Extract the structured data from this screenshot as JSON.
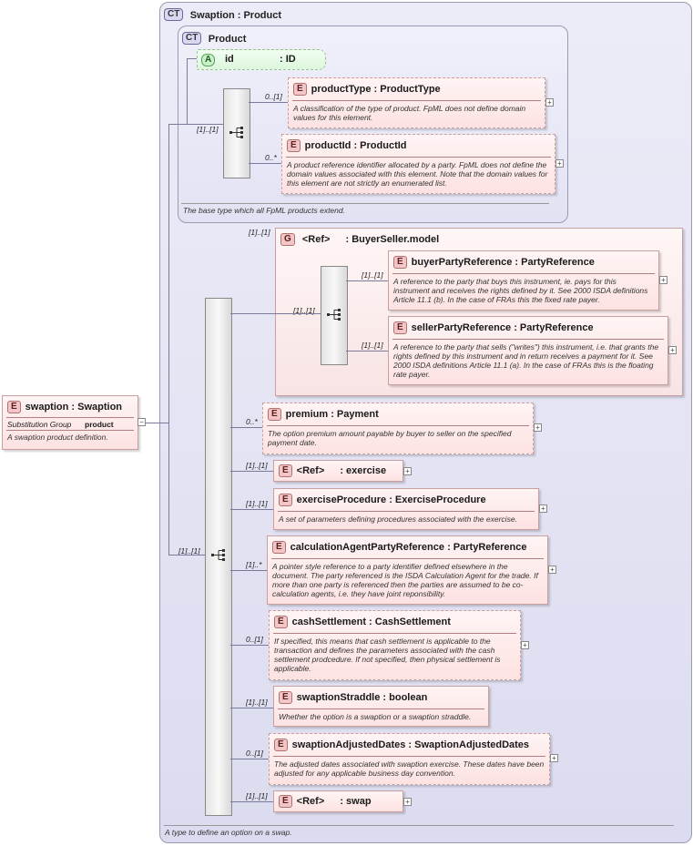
{
  "outer": {
    "badge": "CT",
    "title": "Swaption : Product",
    "doc": "A type to define an option on a swap."
  },
  "product": {
    "badge": "CT",
    "title": "Product",
    "doc": "The base type which all FpML products extend.",
    "attr": {
      "badge": "A",
      "name": "id",
      "type": ": ID"
    },
    "seq_card": "[1]..[1]",
    "elements": [
      {
        "badge": "E",
        "name": "productType",
        "type": ": ProductType",
        "card": "0..[1]",
        "doc": "A classification of the type of product. FpML does not define domain values for this element."
      },
      {
        "badge": "E",
        "name": "productId",
        "type": ": ProductId",
        "card": "0..*",
        "doc": "A product reference identifier allocated by a party. FpML does not define the domain values associated with this element. Note that the domain values for this element are not strictly an enumerated list."
      }
    ]
  },
  "root": {
    "badge": "E",
    "name": "swaption",
    "type": ": Swaption",
    "subst_label": "Substitution Group",
    "subst_value": "product",
    "doc": "A swaption product definition."
  },
  "main_seq_card": "[1]..[1]",
  "group": {
    "badge": "G",
    "ref": "<Ref>",
    "name": ": BuyerSeller.model",
    "card": "[1]..[1]",
    "seq_card": "[1]..[1]",
    "elements": [
      {
        "badge": "E",
        "name": "buyerPartyReference",
        "type": ": PartyReference",
        "card": "[1]..[1]",
        "doc": "A reference to the party that buys this instrument, ie. pays for this instrument and receives the rights defined by it. See 2000 ISDA definitions Article 11.1 (b). In the case of FRAs this the fixed rate payer."
      },
      {
        "badge": "E",
        "name": "sellerPartyReference",
        "type": ": PartyReference",
        "card": "[1]..[1]",
        "doc": "A reference to the party that sells (\"writes\") this instrument, i.e. that grants the rights defined by this instrument and in return receives a payment for it. See 2000 ISDA definitions Article 11.1 (a). In the case of FRAs this is the floating rate payer."
      }
    ]
  },
  "elements": [
    {
      "badge": "E",
      "name": "premium",
      "type": ": Payment",
      "card": "0..*",
      "doc": "The option premium amount payable by buyer to seller on the specified payment date."
    },
    {
      "badge": "E",
      "name": "<Ref>",
      "type": ": exercise",
      "card": "[1]..[1]",
      "doc": ""
    },
    {
      "badge": "E",
      "name": "exerciseProcedure",
      "type": ": ExerciseProcedure",
      "card": "[1]..[1]",
      "doc": "A set of parameters defining procedures associated with the exercise."
    },
    {
      "badge": "E",
      "name": "calculationAgentPartyReference",
      "type": ": PartyReference",
      "card": "[1]..*",
      "doc": "A pointer style reference to a party identifier defined elsewhere in the document. The party referenced is the ISDA Calculation Agent for the trade. If more than one party is referenced then the parties are assumed to be co-calculation agents, i.e. they have joint reponsibility."
    },
    {
      "badge": "E",
      "name": "cashSettlement",
      "type": ": CashSettlement",
      "card": "0..[1]",
      "doc": "If specified, this means that cash settlement is applicable to the transaction and defines the parameters associated with the cash settlement prodcedure. If not specified, then physical settlement is applicable."
    },
    {
      "badge": "E",
      "name": "swaptionStraddle",
      "type": ": boolean",
      "card": "[1]..[1]",
      "doc": "Whether the option is a swaption or a swaption straddle."
    },
    {
      "badge": "E",
      "name": "swaptionAdjustedDates",
      "type": ": SwaptionAdjustedDates",
      "card": "0..[1]",
      "doc": "The adjusted dates associated with swaption exercise. These dates have been adjusted for any applicable business day convention."
    },
    {
      "badge": "E",
      "name": "<Ref>",
      "type": ": swap",
      "card": "[1]..[1]",
      "doc": ""
    }
  ]
}
